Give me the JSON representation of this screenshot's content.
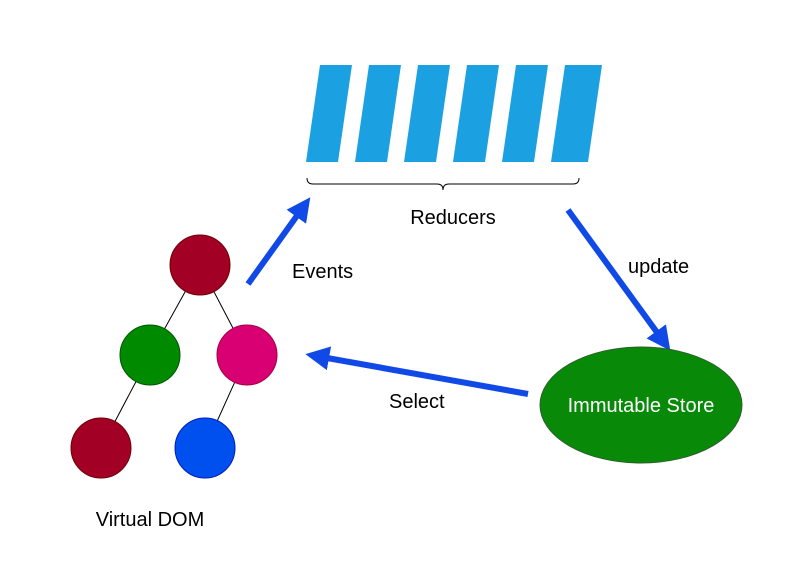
{
  "labels": {
    "reducers": "Reducers",
    "events": "Events",
    "update": "update",
    "select": "Select",
    "store": "Immutable Store",
    "vdom": "Virtual DOM"
  },
  "colors": {
    "reducer_bar": "#1ba1e2",
    "arrow": "#1049e6",
    "store_fill": "#088a08",
    "node_dark_red": "#a20025",
    "node_green": "#008a00",
    "node_magenta": "#d80073",
    "node_blue": "#0050ef"
  },
  "reducer_count": 6,
  "tree_nodes": [
    {
      "id": "root",
      "color": "node_dark_red"
    },
    {
      "id": "left",
      "color": "node_green"
    },
    {
      "id": "right",
      "color": "node_magenta"
    },
    {
      "id": "left-left",
      "color": "node_dark_red"
    },
    {
      "id": "right-left",
      "color": "node_blue"
    }
  ]
}
